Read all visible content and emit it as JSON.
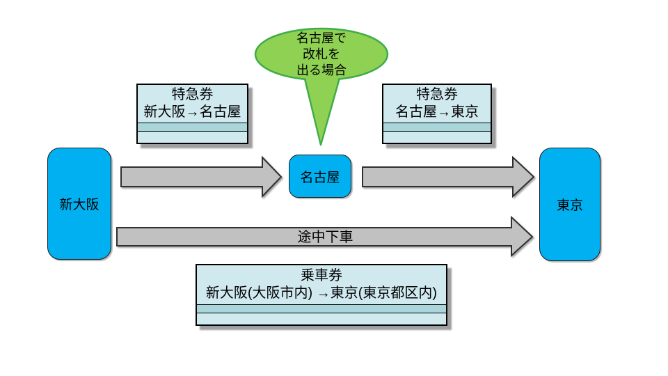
{
  "diagram": {
    "callout": {
      "lines": [
        "名古屋で",
        "改札を",
        "出る場合"
      ]
    },
    "stations": [
      {
        "label": "新大阪"
      },
      {
        "label": "名古屋"
      },
      {
        "label": "東京"
      }
    ],
    "tickets": [
      {
        "title": "特急券",
        "route": "新大阪→名古屋"
      },
      {
        "title": "特急券",
        "route": "名古屋→東京"
      },
      {
        "title": "乗車券",
        "route": "新大阪(大阪市内) →東京(東京都区内)"
      }
    ],
    "arrows": [
      {
        "from": "新大阪",
        "to": "名古屋",
        "label": ""
      },
      {
        "from": "名古屋",
        "to": "東京",
        "label": ""
      },
      {
        "from": "新大阪",
        "to": "東京",
        "label": "途中下車"
      }
    ],
    "colors": {
      "station_fill": "#00B0F0",
      "ticket_fill": "#CFE9EF",
      "ticket_stripe": "#A9D6DB",
      "callout_fill": "#8FD153",
      "callout_border": "#3DAC49",
      "arrow_fill": "#C1C1C1",
      "arrow_border": "#2F2F2F"
    }
  }
}
